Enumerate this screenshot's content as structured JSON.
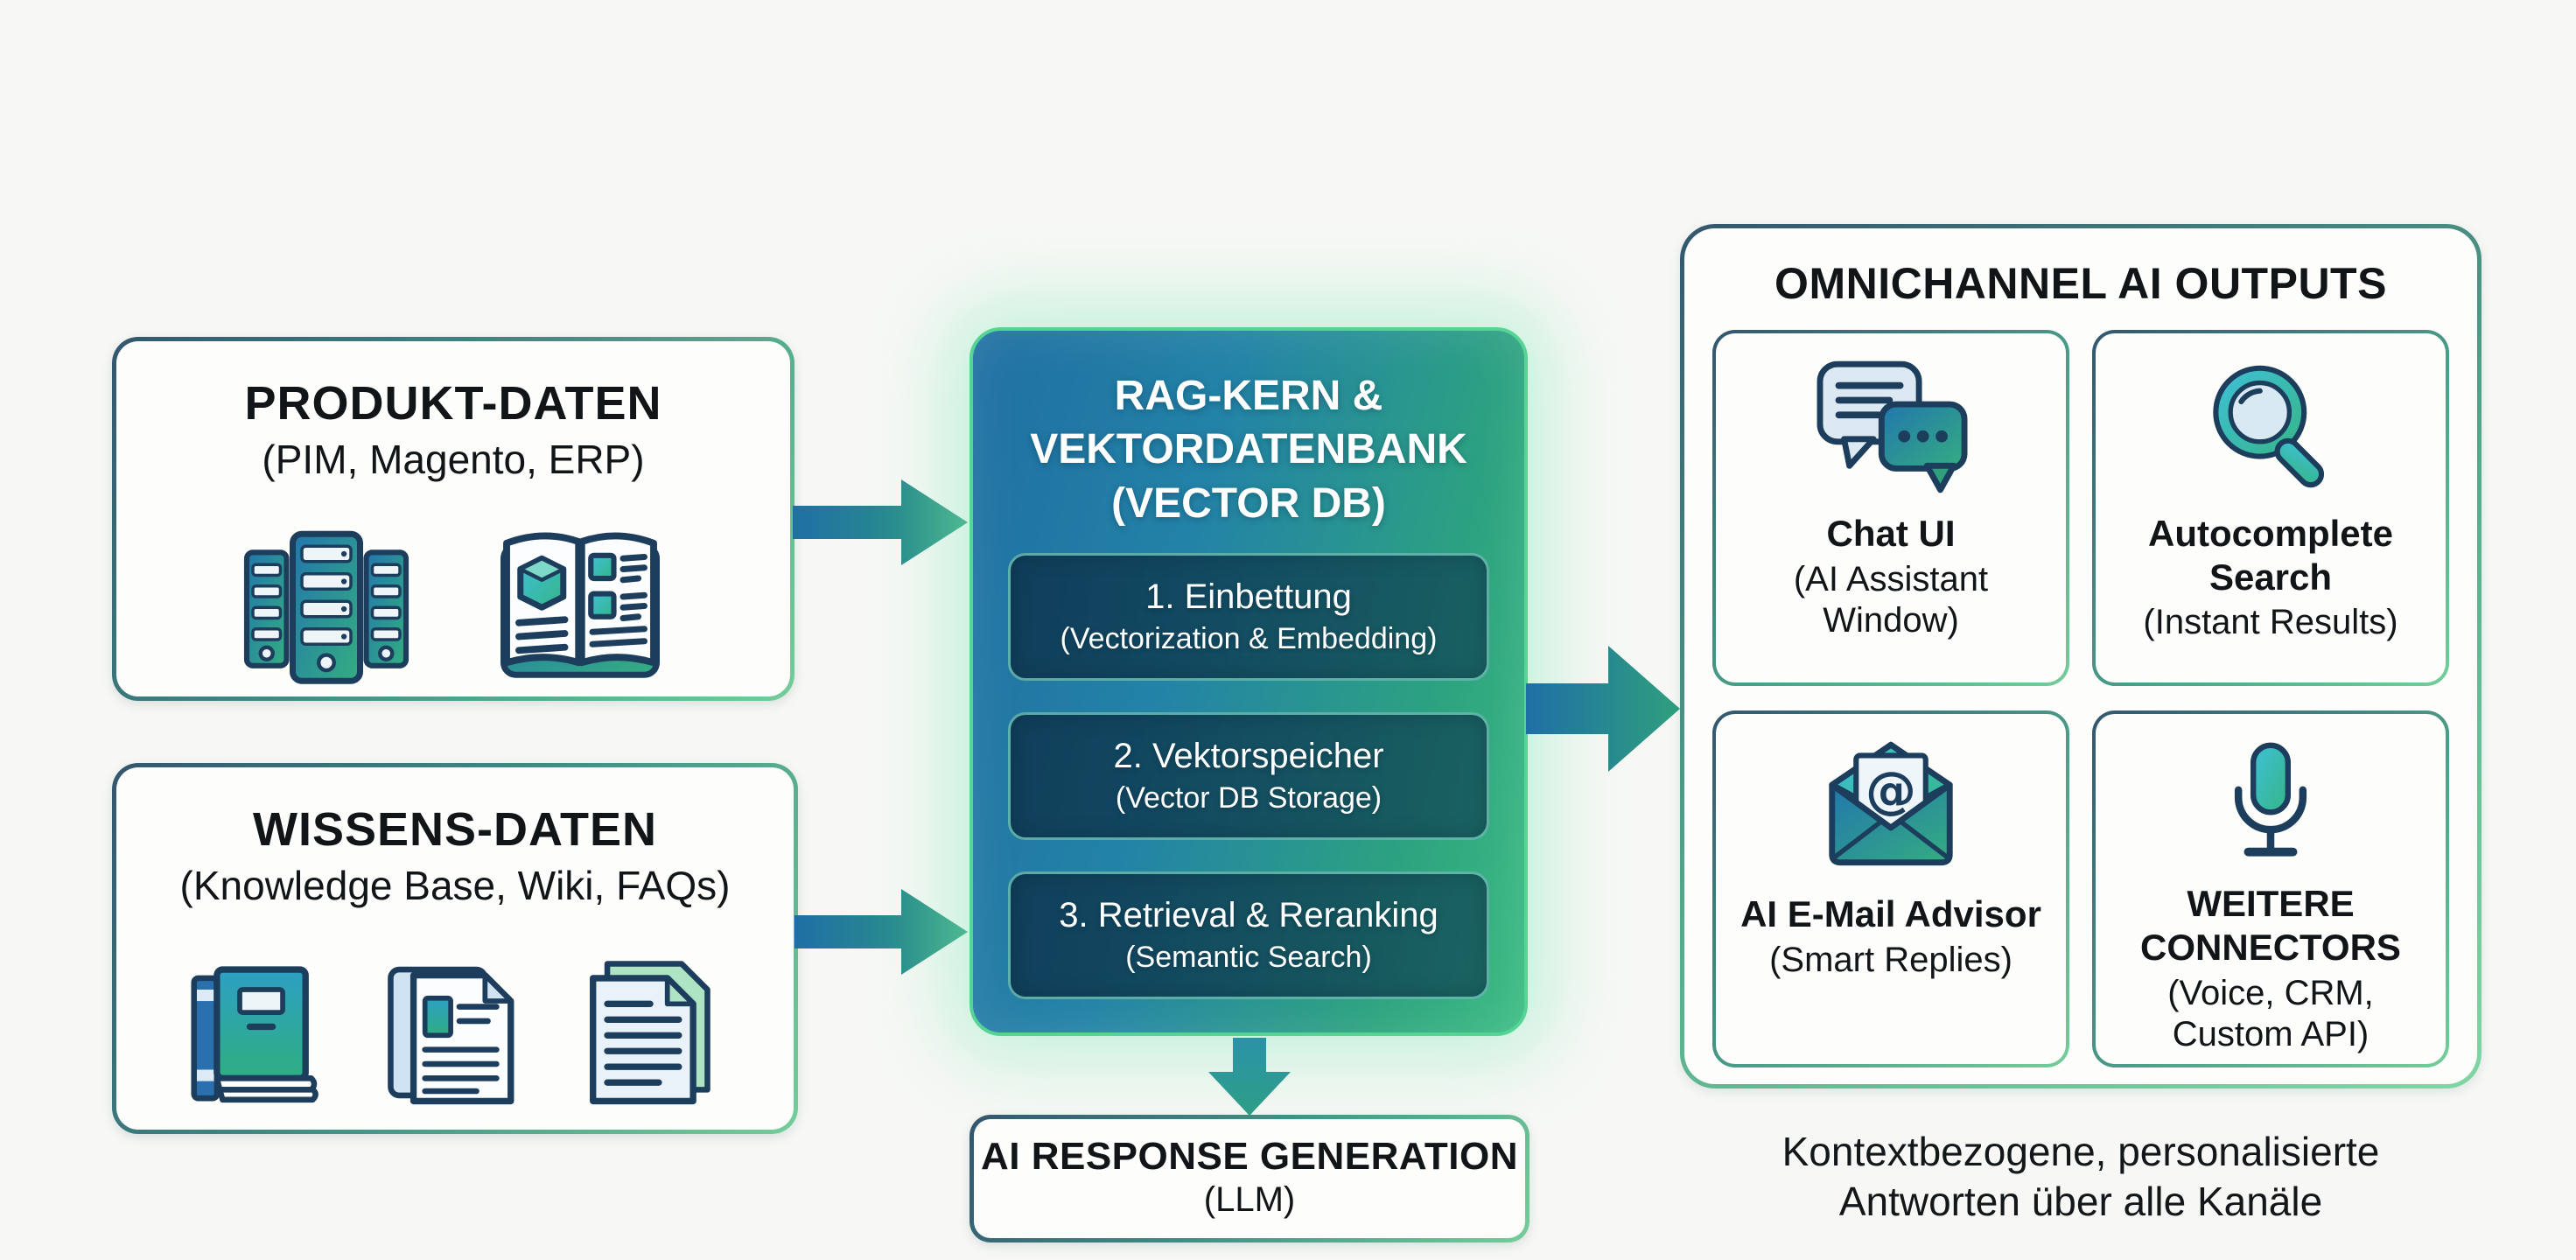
{
  "sources": {
    "produkt": {
      "title": "PRODUKT-DATEN",
      "subtitle": "(PIM, Magento, ERP)",
      "icons": [
        "server-stack-icon",
        "product-catalog-icon"
      ]
    },
    "wissens": {
      "title": "WISSENS-DATEN",
      "subtitle": "(Knowledge Base, Wiki, FAQs)",
      "icons": [
        "book-icon",
        "document-image-icon",
        "document-text-icon"
      ]
    }
  },
  "core": {
    "title_line1": "RAG-KERN &",
    "title_line2": "VEKTORDATENBANK",
    "title_line3": "(VECTOR DB)",
    "steps": [
      {
        "label": "1. Einbettung",
        "sublabel": "(Vectorization & Embedding)"
      },
      {
        "label": "2. Vektorspeicher",
        "sublabel": "(Vector DB Storage)"
      },
      {
        "label": "3. Retrieval & Reranking",
        "sublabel": "(Semantic Search)"
      }
    ]
  },
  "response": {
    "title": "AI RESPONSE GENERATION",
    "subtitle": "(LLM)"
  },
  "outputs": {
    "title": "OMNICHANNEL AI OUTPUTS",
    "items": [
      {
        "label": "Chat UI",
        "sublabel": "(AI Assistant Window)",
        "icon": "chat-bubbles-icon"
      },
      {
        "label": "Autocomplete Search",
        "sublabel": "(Instant Results)",
        "icon": "magnifier-icon"
      },
      {
        "label": "AI E-Mail Advisor",
        "sublabel": "(Smart Replies)",
        "icon": "open-envelope-at-icon"
      },
      {
        "label": "WEITERE CONNECTORS",
        "sublabel": "(Voice, CRM, Custom API)",
        "icon": "microphone-icon"
      }
    ],
    "caption_line1": "Kontextbezogene, personalisierte",
    "caption_line2": "Antworten über alle Kanäle"
  },
  "colors": {
    "canvas_bg": "#f7f8f5",
    "accent_blue": "#2276ad",
    "accent_green": "#34ad80",
    "outline_navy": "#1d3d5c",
    "glow_green": "#8ce8bd",
    "step_bg": "#12465a",
    "text_black": "#111518"
  }
}
